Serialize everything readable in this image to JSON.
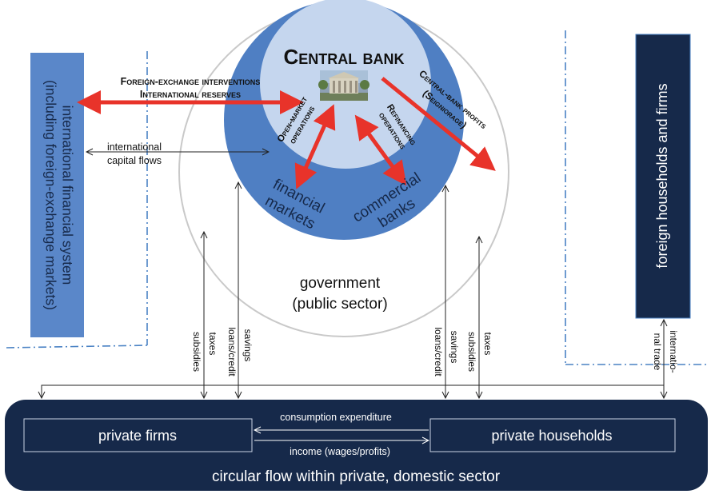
{
  "central_bank": {
    "title": "Central bank",
    "fx_line1": "Foreign-exchange interventions",
    "fx_line2": "International reserves",
    "profits_line1": "Central-bank profits",
    "profits_line2": "(Seigniorage)",
    "open_market_1": "Open-market",
    "open_market_2": "operations",
    "refinancing_1": "Refinancing",
    "refinancing_2": "operations"
  },
  "financial_markets": {
    "line1": "financial",
    "line2": "markets"
  },
  "commercial_banks": {
    "line1": "commercial",
    "line2": "banks"
  },
  "government": {
    "line1": "government",
    "line2": "(public sector)"
  },
  "international_financial_system": {
    "line1": "international financial system",
    "line2": "(including foreign-exchange markets)"
  },
  "international_capital_flows": {
    "line1": "international",
    "line2": "capital flows"
  },
  "foreign_households": "foreign households and firms",
  "international_trade": {
    "line1": "internatio-",
    "line2": "nal trade"
  },
  "flows_left": {
    "subsidies": "subsidies",
    "taxes": "taxes",
    "loans_credit": "loans/credit",
    "savings": "savings"
  },
  "flows_right": {
    "loans_credit": "loans/credit",
    "savings": "savings",
    "subsidies": "subsidies",
    "taxes": "taxes"
  },
  "private_firms": "private firms",
  "private_households": "private households",
  "consumption_expenditure": "consumption expenditure",
  "income": "income (wages/profits)",
  "circular_flow": "circular flow within private, domestic sector",
  "colors": {
    "navy": "#16294a",
    "mid_blue": "#5a87c9",
    "light_blue": "#c5d6ee",
    "panel_blue": "#4f7fc3",
    "red": "#e8332a",
    "dash_blue": "#4a82c4"
  }
}
